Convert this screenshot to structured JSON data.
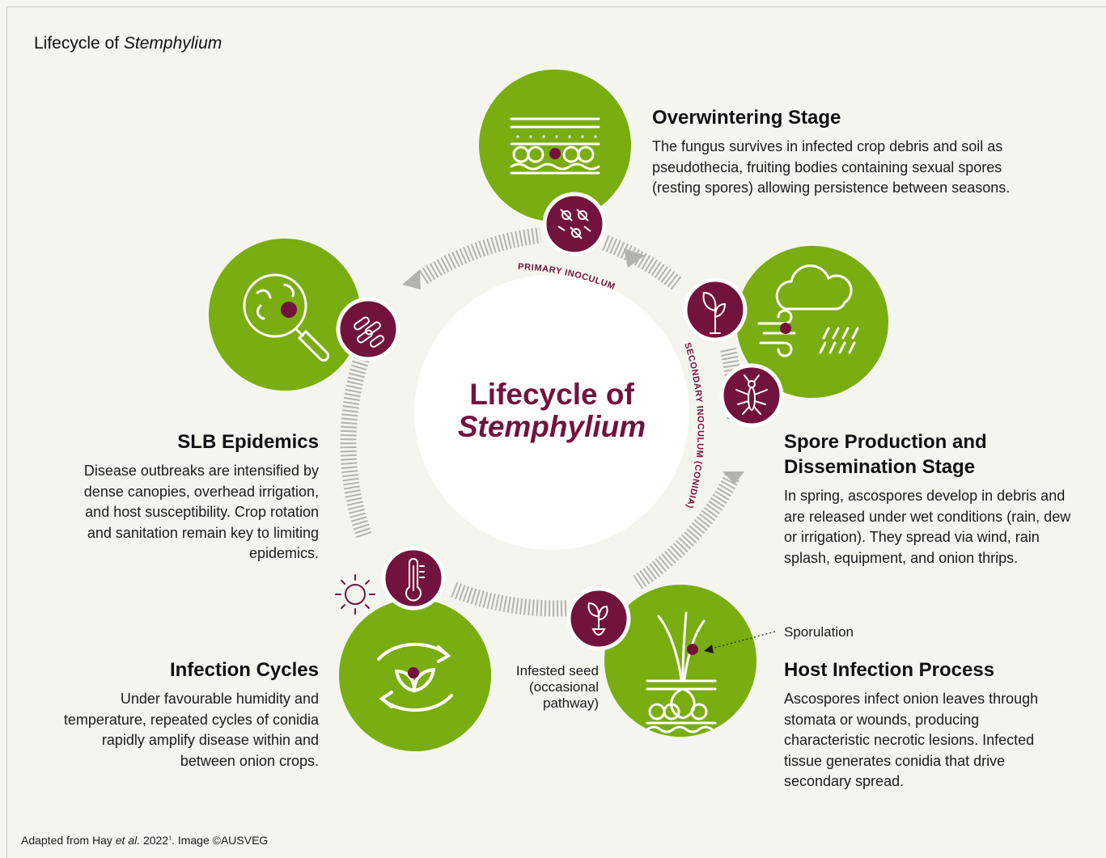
{
  "page_title": {
    "prefix": "Lifecycle of ",
    "italic": "Stemphylium"
  },
  "center": {
    "line1": "Lifecycle of",
    "line2": "Stemphylium"
  },
  "arc_labels": {
    "primary": "PRIMARY INOCULUM",
    "secondary": "SECONDARY INOCULUM (CONIDIA)"
  },
  "stages": {
    "overwintering": {
      "title": "Overwintering Stage",
      "text": "The fungus survives in infected crop debris and soil as pseudothecia, fruiting bodies containing sexual spores (resting spores) allowing persistence between seasons."
    },
    "spore_production": {
      "title_line1": "Spore Production and",
      "title_line2": "Dissemination Stage",
      "text": "In spring, ascospores develop in debris and are released under wet conditions (rain, dew or irrigation). They spread via wind, rain splash, equipment, and onion thrips."
    },
    "host_infection": {
      "title": "Host Infection Process",
      "text": "Ascospores infect onion leaves through stomata or wounds, producing characteristic necrotic lesions. Infected tissue generates conidia that drive secondary spread."
    },
    "infection_cycles": {
      "title": "Infection Cycles",
      "text": "Under favourable humidity and temperature, repeated cycles of conidia rapidly amplify disease within and between onion crops."
    },
    "slb_epidemics": {
      "title": "SLB Epidemics",
      "text": "Disease outbreaks are intensified by dense canopies, overhead irrigation, and host susceptibility. Crop rotation and sanitation remain key to limiting epidemics."
    }
  },
  "annotations": {
    "sporulation": "Sporulation",
    "seed_line1": "Infested seed",
    "seed_line2": "(occasional",
    "seed_line3": "pathway)"
  },
  "footer": {
    "prefix": "Adapted from Hay ",
    "italic": "et al.",
    "year": " 2022",
    "sup": "1",
    "suffix": ". Image ©AUSVEG"
  },
  "icons": [
    "soil-debris-icon",
    "spores-icon",
    "seedling-icon",
    "cloud-rain-wind-icon",
    "thrips-insect-icon",
    "onion-plant-icon",
    "seed-sprout-icon",
    "thermometer-icon",
    "sun-icon",
    "cycle-arrows-icon",
    "magnifier-icon",
    "conidia-icon"
  ],
  "colors": {
    "green": "#7aad10",
    "maroon": "#72133d",
    "arrow_gray": "#b3b3ad",
    "background": "#f5f5ef"
  }
}
